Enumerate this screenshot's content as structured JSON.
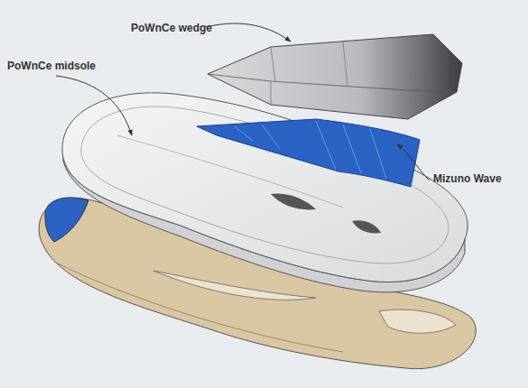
{
  "diagram": {
    "labels": [
      "PoWnCe wedge",
      "PoWnCe midsole",
      "Mizuno Wave"
    ]
  }
}
